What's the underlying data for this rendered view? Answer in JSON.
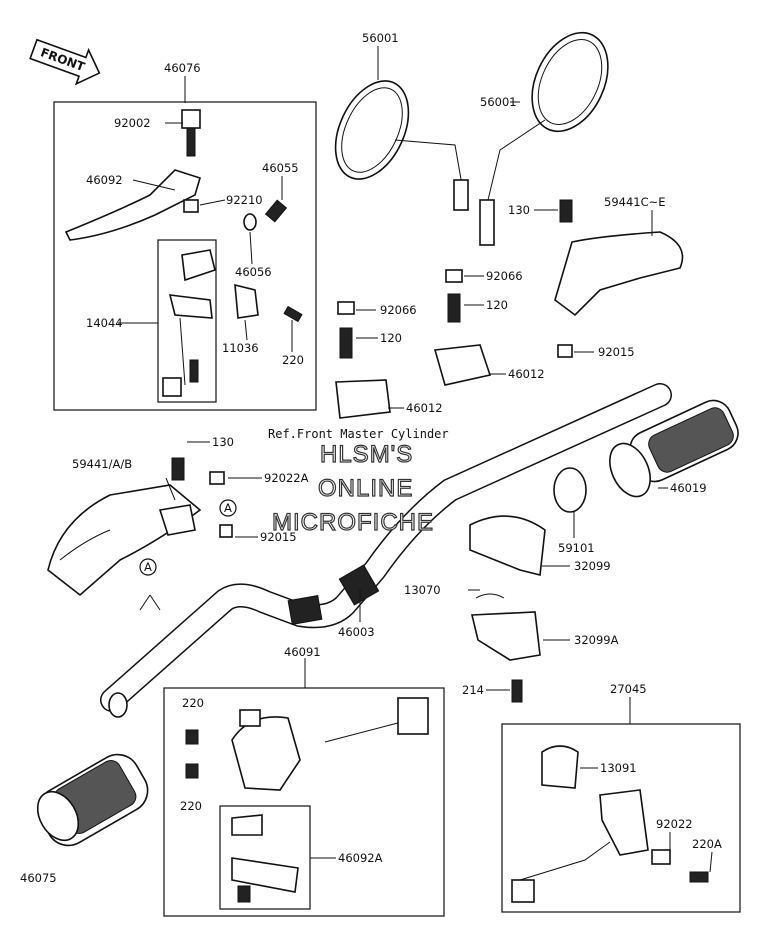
{
  "front_arrow": {
    "label": "FRONT"
  },
  "watermark": {
    "line1": "HLSM'S",
    "line2": "ONLINE",
    "line3": "MICROFICHE"
  },
  "reference_note": "Ref.Front Master Cylinder",
  "callouts": {
    "c46076": "46076",
    "c92002": "92002",
    "c46092": "46092",
    "c92210": "92210",
    "c46055": "46055",
    "c46056": "46056",
    "c14044": "14044",
    "c11036": "11036",
    "c220_top": "220",
    "c56001_a": "56001",
    "c56001_b": "56001",
    "c130_right": "130",
    "c59441CE": "59441C~E",
    "c92066_r": "92066",
    "c120_r": "120",
    "c92066_l": "92066",
    "c120_l": "120",
    "c46012_r": "46012",
    "c46012_l": "46012",
    "c92015_r": "92015",
    "c130_left": "130",
    "c59441AB": "59441/A/B",
    "c92022A": "92022A",
    "c92015_l": "92015",
    "c46019": "46019",
    "c59101": "59101",
    "c32099": "32099",
    "c13070": "13070",
    "c46003": "46003",
    "c32099A": "32099A",
    "c214": "214",
    "c46091": "46091",
    "c27045": "27045",
    "c220_a": "220",
    "c220_b": "220",
    "c13091": "13091",
    "c92022": "92022",
    "c220A": "220A",
    "c46092A": "46092A",
    "c46075": "46075",
    "ref_a1": "A",
    "ref_a2": "A"
  }
}
